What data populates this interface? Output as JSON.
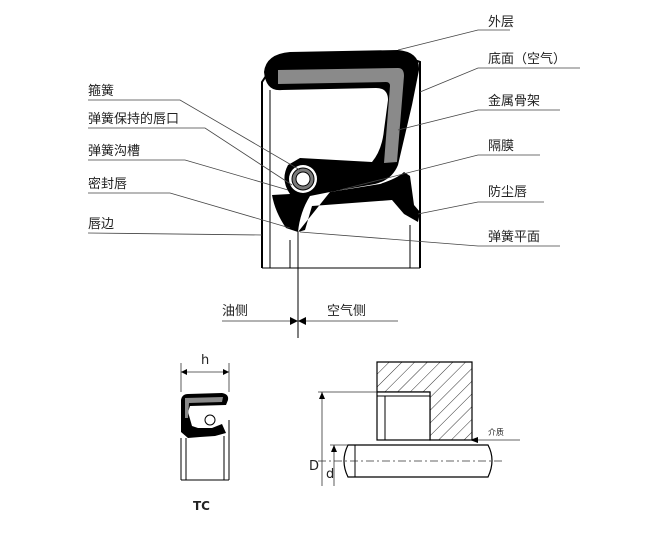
{
  "labels": {
    "outer_layer": "外层",
    "bottom_face_air": "底面（空气）",
    "metal_skeleton": "金属骨架",
    "diaphragm": "隔膜",
    "dust_lip": "防尘唇",
    "spring_plane": "弹簧平面",
    "garter_spring": "箍簧",
    "spring_retaining_lip": "弹簧保持的唇口",
    "spring_groove": "弹簧沟槽",
    "sealing_lip": "密封唇",
    "lip_edge": "唇边",
    "oil_side": "油侧",
    "air_side": "空气侧"
  },
  "small_drawing": {
    "width_label": "h",
    "type_label": "TC"
  },
  "install_drawing": {
    "outer_diameter_label": "D",
    "shaft_diameter_label": "d",
    "medium_label": "介质"
  }
}
